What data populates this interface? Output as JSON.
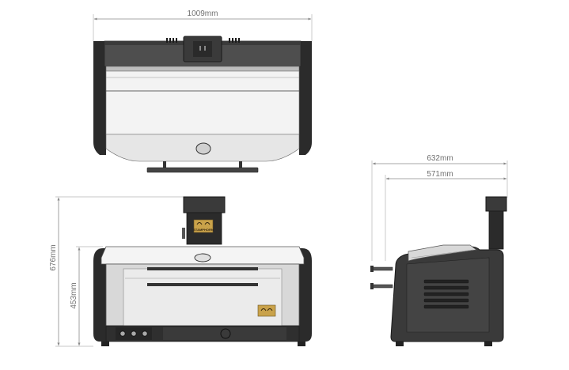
{
  "dimensions": {
    "top_width": "1009mm",
    "front_height_total": "676mm",
    "front_height_body": "453mm",
    "side_depth_total": "632mm",
    "side_depth_body": "571mm"
  },
  "colors": {
    "frame_dark": "#2b2b2b",
    "body_mid": "#555555",
    "panel_light": "#e6e6e6",
    "panel_white": "#f7f7f7",
    "logo_gold": "#c9a24a",
    "dimension_gray": "#8a8a8a"
  },
  "logos": {
    "chimney_logo": "STAMPHORN"
  }
}
